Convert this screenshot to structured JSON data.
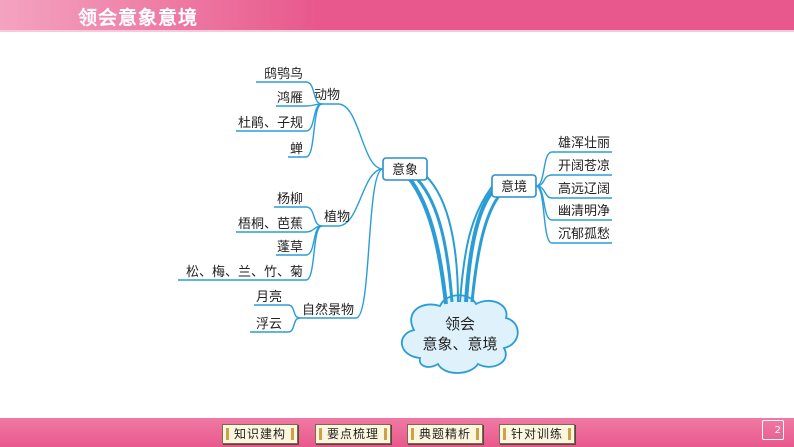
{
  "header": {
    "title": "领会意象意境"
  },
  "mindmap": {
    "center": {
      "line1": "领会",
      "line2": "意象、意境"
    },
    "yixiang": {
      "label": "意象",
      "animals": {
        "label": "动物",
        "items": [
          "鸱鸮鸟",
          "鸿雁",
          "杜鹃、子规",
          "蝉"
        ]
      },
      "plants": {
        "label": "植物",
        "items": [
          "杨柳",
          "梧桐、芭蕉",
          "蓬草",
          "松、梅、兰、竹、菊"
        ]
      },
      "nature": {
        "label": "自然景物",
        "items": [
          "月亮",
          "浮云"
        ]
      }
    },
    "yijing": {
      "label": "意境",
      "items": [
        "雄浑壮丽",
        "开阔苍凉",
        "高远辽阔",
        "幽清明净",
        "沉郁孤愁"
      ]
    }
  },
  "footer": {
    "buttons": [
      "知识建构",
      "要点梳理",
      "典题精析",
      "针对训练"
    ],
    "page_number": "2"
  }
}
